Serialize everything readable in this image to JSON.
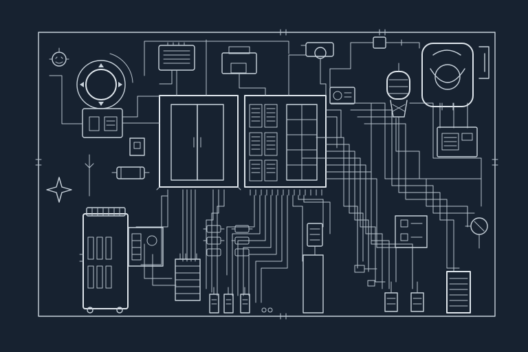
{
  "diagram": {
    "palette": {
      "background": "#172230",
      "line": "#c9d3dc",
      "highlight": "#dfe6ec"
    },
    "components": [
      "border-frame",
      "dial-panel",
      "control-unit",
      "main-cabinet",
      "server-rack",
      "generator-unit",
      "microphone",
      "speaker-unit",
      "radiator-unit",
      "terminal-blocks",
      "breaker-panel",
      "transformer-unit"
    ]
  }
}
